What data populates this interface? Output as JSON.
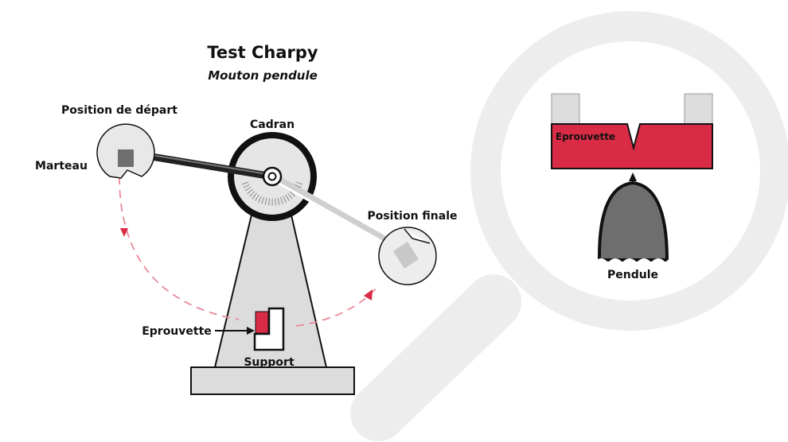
{
  "title": "Test Charpy",
  "subtitle": "Mouton pendule",
  "labels": {
    "start_position": "Position de départ",
    "hammer": "Marteau",
    "dial": "Cadran",
    "end_position": "Position finale",
    "specimen": "Eprouvette",
    "support": "Support",
    "zoom_specimen": "Eprouvette",
    "pendulum": "Pendule"
  },
  "colors": {
    "specimen_red": "#d92b45",
    "machine_gray": "#dcdcdc",
    "outline": "#111111",
    "magnifier": "#ededed",
    "trajectory": "#e88a98"
  }
}
